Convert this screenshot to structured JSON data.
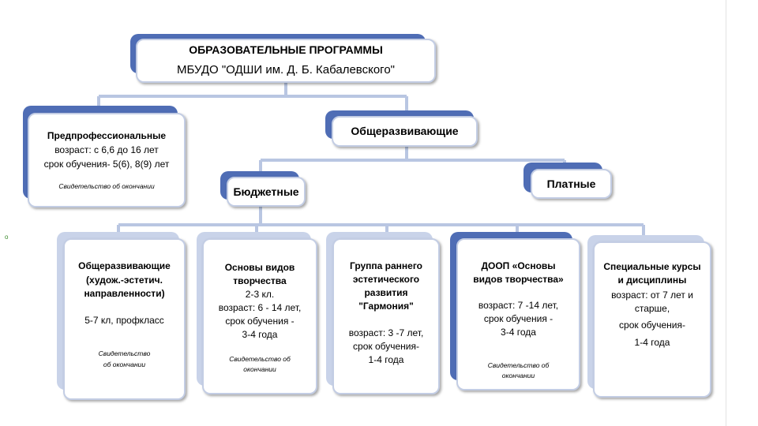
{
  "colors": {
    "accent": "#4f6db5",
    "connector": "#b9c6e2",
    "border": "#c3cde4"
  },
  "title": {
    "line1": "ОБРАЗОВАТЕЛЬНЫЕ ПРОГРАММЫ",
    "line2": "МБУДО \"ОДШИ им. Д. Б. Кабалевского\""
  },
  "preprof": {
    "title": "Предпрофессиональные",
    "age": "возраст: с 6,6 до 16 лет",
    "term": "срок обучения- 5(6), 8(9) лет",
    "note": "Свидетельство  об окончании"
  },
  "general": {
    "title": "Общеразвивающие"
  },
  "budget": {
    "title": "Бюджетные"
  },
  "paid": {
    "title": "Платные"
  },
  "cards": {
    "c1": {
      "l1": "Общеразвивающие",
      "l2": "(худож.-эстетич.",
      "l3": "направленности)",
      "l4": "5-7 кл, профкласс",
      "n1": "Свидетельство",
      "n2": "об окончании"
    },
    "c2": {
      "l1": "Основы видов",
      "l2": "творчества",
      "l3": "2-3 кл.",
      "l4": "возраст: 6 - 14 лет,",
      "l5": "срок  обучения -",
      "l6": "3-4 года",
      "n1": "Свидетельство  об",
      "n2": "окончании"
    },
    "c3": {
      "l1": "Группа раннего",
      "l2": "эстетического",
      "l3": "развития",
      "l4": "\"Гармония\"",
      "l5": "возраст:  3 -7 лет,",
      "l6": "срок  обучения-",
      "l7": "1-4 года"
    },
    "c4": {
      "l1": "ДООП «Основы",
      "l2": "видов творчества»",
      "l3": "возраст: 7 -14 лет,",
      "l4": "срок  обучения -",
      "l5": "3-4 года",
      "n1": "Свидетельство  об",
      "n2": "окончании"
    },
    "c5": {
      "l1": "Специальные курсы",
      "l2": "и дисциплины",
      "l3": "возраст: от 7 лет и",
      "l4": "старше,",
      "l5": "срок  обучения-",
      "l6": "1-4 года"
    }
  }
}
